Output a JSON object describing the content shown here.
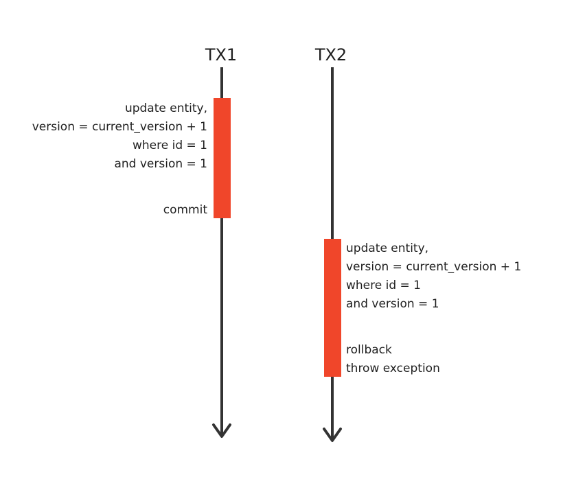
{
  "colors": {
    "lifeline": "#333333",
    "active_bar": "#f0462a",
    "text": "#1f1f1f"
  },
  "tx1": {
    "title": "TX1",
    "statement_lines": [
      "update entity,",
      "version = current_version + 1",
      "where id = 1",
      "and version = 1"
    ],
    "outcome_lines": [
      "commit"
    ]
  },
  "tx2": {
    "title": "TX2",
    "statement_lines": [
      "update entity,",
      "version = current_version + 1",
      "where id = 1",
      "and version = 1"
    ],
    "outcome_lines": [
      "rollback",
      "throw exception"
    ]
  }
}
